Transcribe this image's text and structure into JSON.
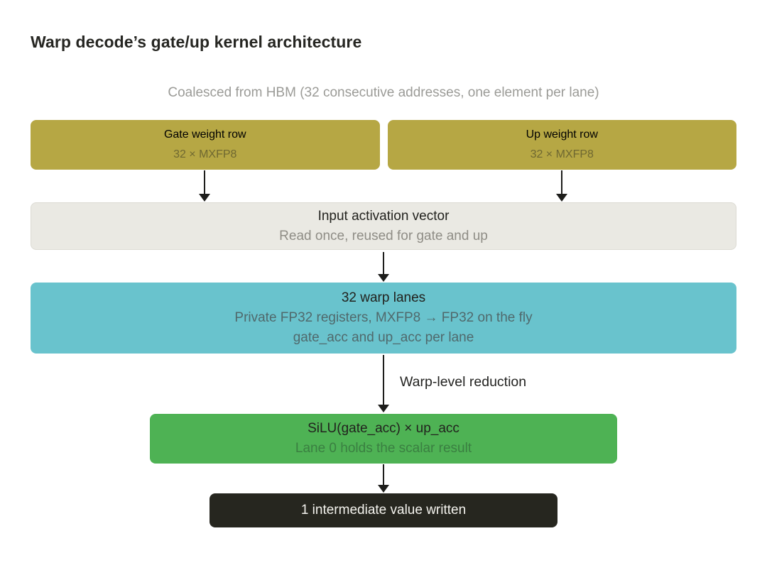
{
  "title": "Warp decode’s gate/up kernel architecture",
  "subtitle": "Coalesced from HBM (32 consecutive addresses, one element per lane)",
  "nodes": {
    "gate_weight": {
      "title": "Gate weight row",
      "subtitle": "32 × MXFP8",
      "color": "#b6a744"
    },
    "up_weight": {
      "title": "Up weight row",
      "subtitle": "32 × MXFP8",
      "color": "#b6a744"
    },
    "input_activation": {
      "title": "Input activation vector",
      "subtitle": "Read once, reused for gate and up",
      "color": "#eae9e3"
    },
    "warp_lanes": {
      "title": "32 warp lanes",
      "subtitle": "Private FP32 registers, MXFP8 → FP32 on the fly",
      "detail": "gate_acc and up_acc per lane",
      "color": "#69c3cd"
    },
    "silu_multiply": {
      "title": "SiLU(gate_acc) × up_acc",
      "subtitle": "Lane 0 holds the scalar result",
      "color": "#4eb254"
    },
    "output": {
      "title": "1 intermediate value written",
      "color": "#26261f"
    }
  },
  "edges": {
    "reduction_label": "Warp-level reduction"
  }
}
